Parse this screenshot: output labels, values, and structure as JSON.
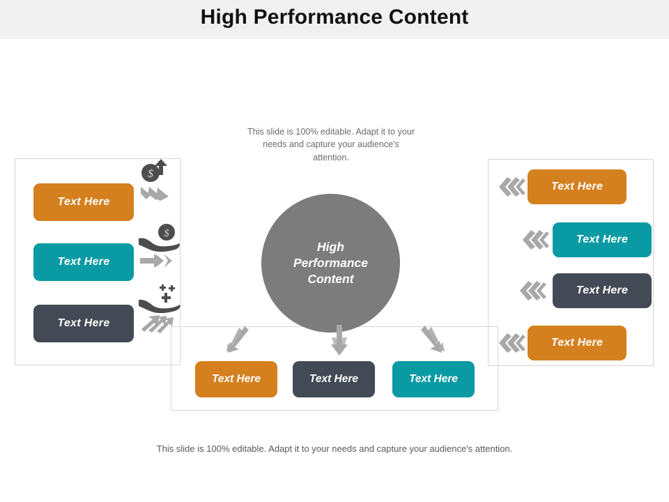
{
  "header": {
    "title": "High Performance Content"
  },
  "center": {
    "label": "High Performance Content",
    "line1": "High",
    "line2": "Performance",
    "line3": "Content"
  },
  "descriptions": {
    "top": "This slide is 100% editable. Adapt it to your needs and capture your audience's attention.",
    "footer": "This slide is 100% editable. Adapt it to your needs and capture your audience's attention."
  },
  "left_panel": {
    "boxes": [
      {
        "label": "Text  Here",
        "color": "#d4801f",
        "icon": "coin-up-arrow-icon"
      },
      {
        "label": "Text  Here",
        "color": "#0a9aa4",
        "icon": "hand-holding-coin-icon"
      },
      {
        "label": "Text  Here",
        "color": "#434a55",
        "icon": "hand-plus-icon"
      }
    ]
  },
  "right_panel": {
    "boxes": [
      {
        "label": "Text Here",
        "color": "#d4801f",
        "icon": "chevron-left-icon"
      },
      {
        "label": "Text Here",
        "color": "#0a9aa4",
        "icon": "chevron-left-icon"
      },
      {
        "label": "Text Here",
        "color": "#434a55",
        "icon": "chevron-left-icon"
      },
      {
        "label": "Text Here",
        "color": "#d4801f",
        "icon": "chevron-left-icon"
      }
    ]
  },
  "bottom_panel": {
    "boxes": [
      {
        "label": "Text Here",
        "color": "#d4801f",
        "icon": "arrow-down-left-icon"
      },
      {
        "label": "Text Here",
        "color": "#434a55",
        "icon": "arrow-down-icon"
      },
      {
        "label": "Text Here",
        "color": "#0a9aa4",
        "icon": "arrow-down-right-icon"
      }
    ]
  },
  "colors": {
    "orange": "#d4801f",
    "teal": "#0a9aa4",
    "slate": "#434a55",
    "circle_gray": "#7c7c7c",
    "icon_dark": "#4d4d4d",
    "icon_light": "#a8a8a8",
    "panel_border": "#d6d6d6",
    "header_bg": "#f1f1f1"
  }
}
